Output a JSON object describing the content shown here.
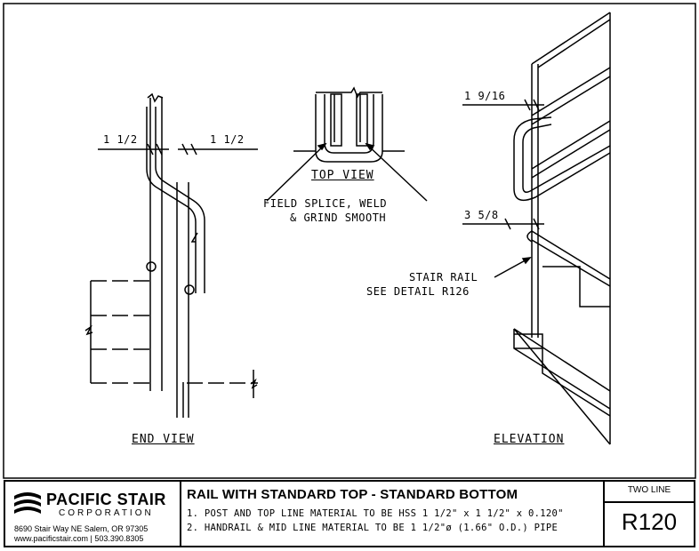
{
  "views": {
    "end_view": "END VIEW",
    "top_view": "TOP VIEW",
    "elevation": "ELEVATION"
  },
  "dims": {
    "end_left": "1 1/2",
    "end_right": "1 1/2",
    "elev_top": "1 9/16",
    "elev_mid": "3 5/8"
  },
  "callouts": {
    "splice_1": "FIELD SPLICE, WELD",
    "splice_2": "& GRIND SMOOTH",
    "stair_1": "STAIR RAIL",
    "stair_2": "SEE DETAIL R126"
  },
  "titleblock": {
    "company": "PACIFIC STAIR",
    "company_sub": "CORPORATION",
    "address": "8690 Stair Way NE Salem, OR 97305",
    "contact": "www.pacificstair.com  |  503.390.8305",
    "title": "RAIL WITH STANDARD TOP - STANDARD BOTTOM",
    "note1": "1. POST AND TOP LINE MATERIAL TO BE HSS 1 1/2\" x 1 1/2\" x 0.120\"",
    "note2": "2. HANDRAIL & MID LINE MATERIAL TO BE 1 1/2\"ø (1.66\" O.D.) PIPE",
    "type": "TWO LINE",
    "detail_no": "R120"
  }
}
